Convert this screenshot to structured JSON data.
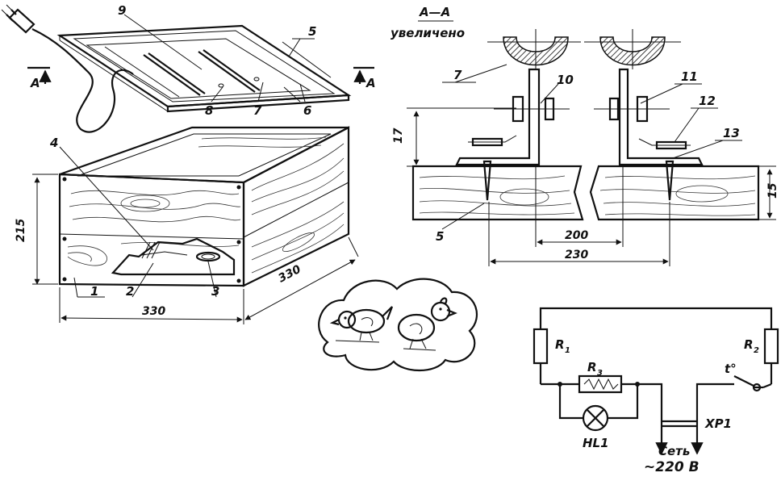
{
  "box": {
    "callouts": [
      "1",
      "2",
      "3",
      "4"
    ],
    "dim_height": "215",
    "dim_width": "330",
    "dim_depth": "330"
  },
  "lid": {
    "callouts": [
      "5",
      "6",
      "7",
      "8",
      "9"
    ]
  },
  "section_marker": "A",
  "section": {
    "title": "A—A",
    "subtitle": "увеличено",
    "callouts": [
      "7",
      "10",
      "11",
      "12",
      "13",
      "5"
    ],
    "dim_17": "17",
    "dim_15": "15",
    "dim_200": "200",
    "dim_230": "230"
  },
  "circuit": {
    "r1": "R",
    "r1_sub": "1",
    "r2": "R",
    "r2_sub": "2",
    "r3": "R",
    "r3_sub": "3",
    "lamp": "HL1",
    "plug": "XP1",
    "thermo": "t°",
    "mains_label": "Сеть",
    "mains_voltage": "~220 В"
  }
}
